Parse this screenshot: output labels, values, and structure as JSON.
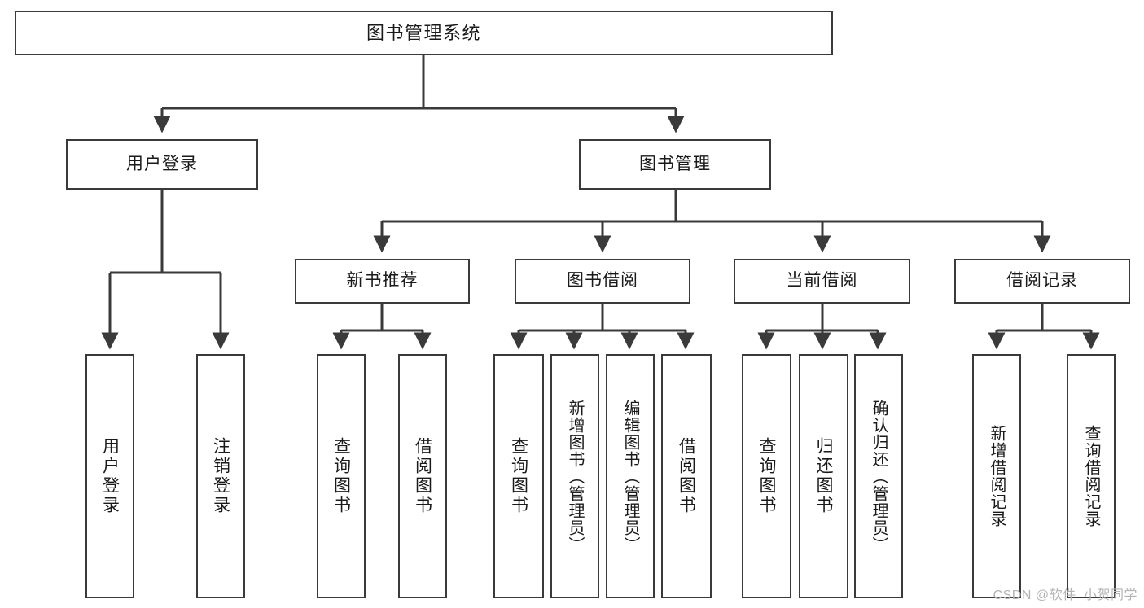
{
  "diagram": {
    "title": "图书管理系统",
    "type": "tree-hierarchy-chart",
    "line_color": "#3a3a3a",
    "box_fill": "#ffffff",
    "text_color": "#1a1a1a",
    "watermark": "CSDN @软件_小贺同学",
    "nodes": {
      "root": {
        "label": "图书管理系统"
      },
      "level1": [
        {
          "id": "user-login",
          "label": "用户登录"
        },
        {
          "id": "book-manage",
          "label": "图书管理"
        }
      ],
      "level2": [
        {
          "id": "new-book-recommend",
          "label": "新书推荐"
        },
        {
          "id": "book-borrow",
          "label": "图书借阅"
        },
        {
          "id": "current-borrow",
          "label": "当前借阅"
        },
        {
          "id": "borrow-record",
          "label": "借阅记录"
        }
      ],
      "leaves": {
        "user-login": [
          {
            "id": "leaf-user-login",
            "label": "用户登录"
          },
          {
            "id": "leaf-user-logout",
            "label": "注销登录"
          }
        ],
        "new-book-recommend": [
          {
            "id": "leaf-query-book-1",
            "label": "查询图书"
          },
          {
            "id": "leaf-borrow-book-1",
            "label": "借阅图书"
          }
        ],
        "book-borrow": [
          {
            "id": "leaf-query-book-2",
            "label": "查询图书"
          },
          {
            "id": "leaf-add-book",
            "label": "新增图书（管理员）"
          },
          {
            "id": "leaf-edit-book",
            "label": "编辑图书（管理员）"
          },
          {
            "id": "leaf-borrow-book-2",
            "label": "借阅图书"
          }
        ],
        "current-borrow": [
          {
            "id": "leaf-query-book-3",
            "label": "查询图书"
          },
          {
            "id": "leaf-return-book",
            "label": "归还图书"
          },
          {
            "id": "leaf-confirm-return",
            "label": "确认归还（管理员）"
          }
        ],
        "borrow-record": [
          {
            "id": "leaf-add-record",
            "label": "新增借阅记录"
          },
          {
            "id": "leaf-query-record",
            "label": "查询借阅记录"
          }
        ]
      }
    }
  }
}
